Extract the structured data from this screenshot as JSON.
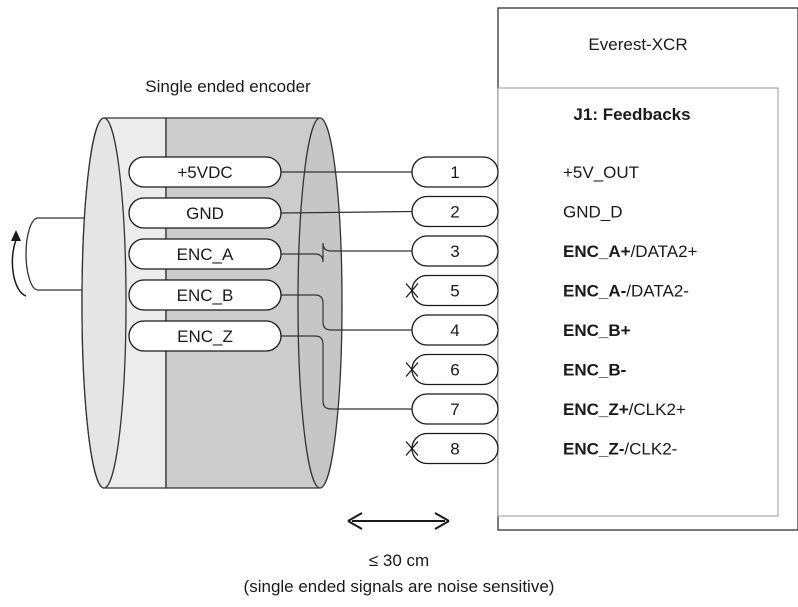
{
  "encoder": {
    "title": "Single ended encoder",
    "signals": [
      "+5VDC",
      "GND",
      "ENC_A",
      "ENC_B",
      "ENC_Z"
    ]
  },
  "drive": {
    "name": "Everest-XCR",
    "connector_title": "J1: Feedbacks",
    "pins": [
      {
        "num": "1",
        "parts": [
          {
            "t": "+5V_OUT",
            "b": false
          }
        ],
        "unused": false
      },
      {
        "num": "2",
        "parts": [
          {
            "t": "GND_D",
            "b": false
          }
        ],
        "unused": false
      },
      {
        "num": "3",
        "parts": [
          {
            "t": "ENC_A+",
            "b": true
          },
          {
            "t": "/DATA2+",
            "b": false
          }
        ],
        "unused": false
      },
      {
        "num": "5",
        "parts": [
          {
            "t": "ENC_A-",
            "b": true
          },
          {
            "t": "/DATA2-",
            "b": false
          }
        ],
        "unused": true
      },
      {
        "num": "4",
        "parts": [
          {
            "t": "ENC_B+",
            "b": true
          }
        ],
        "unused": false
      },
      {
        "num": "6",
        "parts": [
          {
            "t": "ENC_B-",
            "b": true
          }
        ],
        "unused": true
      },
      {
        "num": "7",
        "parts": [
          {
            "t": "ENC_Z+",
            "b": true
          },
          {
            "t": "/CLK2+",
            "b": false
          }
        ],
        "unused": false
      },
      {
        "num": "8",
        "parts": [
          {
            "t": "ENC_Z-",
            "b": true
          },
          {
            "t": "/CLK2-",
            "b": false
          }
        ],
        "unused": true
      }
    ]
  },
  "connections": [
    {
      "from": "+5VDC",
      "to_pin": "1"
    },
    {
      "from": "GND",
      "to_pin": "2"
    },
    {
      "from": "ENC_A",
      "to_pin": "3"
    },
    {
      "from": "ENC_B",
      "to_pin": "4"
    },
    {
      "from": "ENC_Z",
      "to_pin": "7"
    }
  ],
  "note": {
    "distance": "≤ 30 cm",
    "caption": "(single ended signals are noise sensitive)"
  }
}
